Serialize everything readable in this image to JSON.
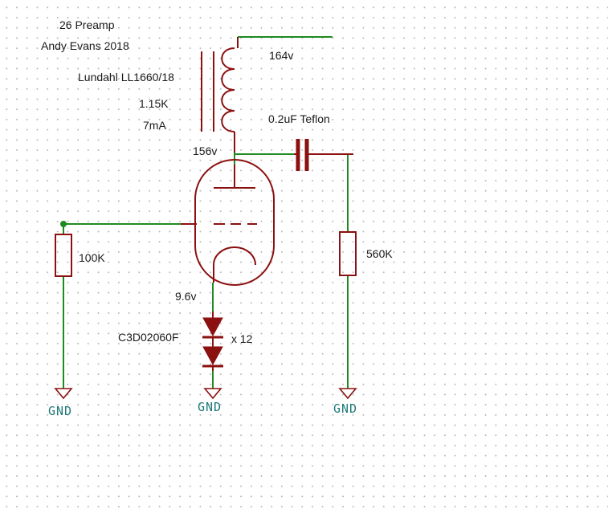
{
  "title": "26 Preamp",
  "author": "Andy Evans 2018",
  "transformer": {
    "name": "Lundahl LL1660/18",
    "resistance": "1.15K",
    "current": "7mA"
  },
  "voltages": {
    "supply": "164v",
    "plate": "156v",
    "cathode": "9.6v"
  },
  "capacitor": {
    "label": "0.2uF Teflon"
  },
  "resistors": {
    "grid": "100K",
    "output": "560K"
  },
  "diode": {
    "part": "C3D02060F",
    "count": "x 12"
  },
  "ground_label": "GND",
  "colors": {
    "wire": "#1f8a1f",
    "component": "#8b1010",
    "ground_text": "#1f7a7a",
    "grid_dots": "#b8b8b8"
  }
}
